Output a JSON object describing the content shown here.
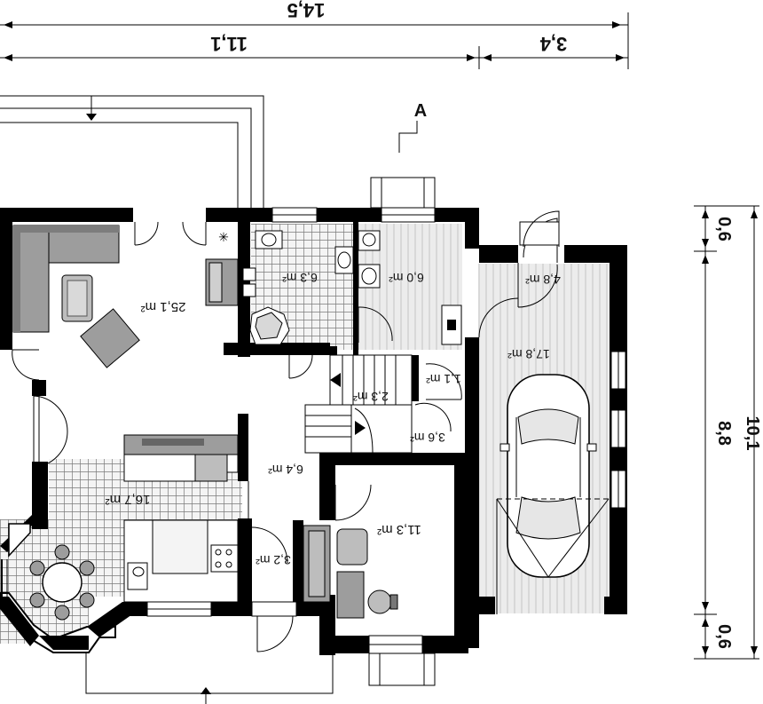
{
  "dimensions": {
    "total_width": "14,5",
    "left_width": "11,1",
    "right_width": "3,4",
    "total_depth": "10,1",
    "depth_top": "0,6",
    "depth_mid": "8,8",
    "depth_bottom": "0,6"
  },
  "section_marker": "A",
  "rooms": {
    "living": "25,1 m²",
    "bathroom": "6,3 m²",
    "boiler_room": "6,0 m²",
    "storage": "4,8 m²",
    "garage": "17,8 m²",
    "wc": "1,1 m²",
    "stairs_upper": "2,3 m²",
    "stairs_lower": "3,6 m²",
    "hall": "6,4 m²",
    "kitchen_dining": "16,7 m²",
    "office": "11,3 m²",
    "vestibule": "3,2 m²"
  }
}
